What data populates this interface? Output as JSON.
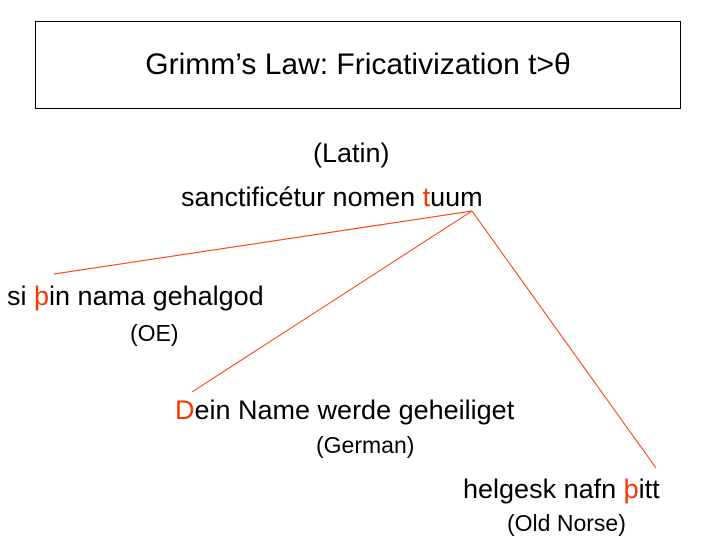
{
  "title": "Grimm’s Law: Fricativization t>θ",
  "source": {
    "language": "(Latin)",
    "text_before": "sanctificétur nomen ",
    "highlight": "t",
    "text_after": "uum"
  },
  "branches": [
    {
      "before": "si ",
      "highlight": "þ",
      "after": "in nama gehalgod",
      "language": "(OE)"
    },
    {
      "before": "",
      "highlight": "D",
      "after": "ein Name werde geheiliget",
      "language": "(German)"
    },
    {
      "before": "helgesk nafn ",
      "highlight": "þ",
      "after": "itt",
      "language": "(Old Norse)"
    }
  ],
  "colors": {
    "highlight": "#ff3300",
    "line": "#ff3300",
    "text": "#000000",
    "border": "#000000"
  }
}
